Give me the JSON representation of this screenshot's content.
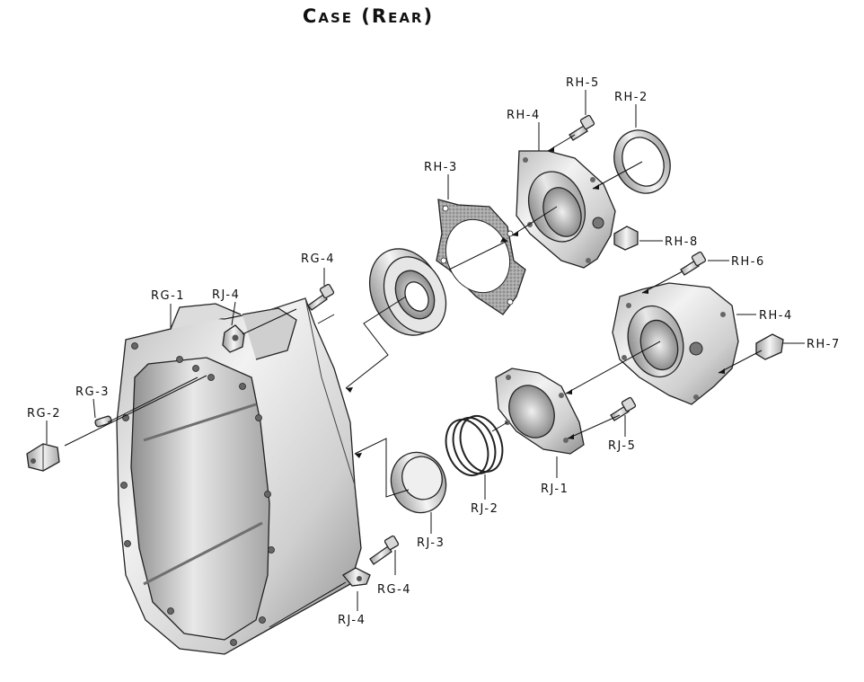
{
  "title": "Case (Rear)",
  "labels": {
    "rg1": "RG-1",
    "rg2": "RG-2",
    "rg3": "RG-3",
    "rg4_top": "RG-4",
    "rg4_bottom": "RG-4",
    "rj4_top": "RJ-4",
    "rj4_bottom": "RJ-4",
    "rj1": "RJ-1",
    "rj2": "RJ-2",
    "rj3": "RJ-3",
    "rj5": "RJ-5",
    "rh2": "RH-2",
    "rh3": "RH-3",
    "rh4_top": "RH-4",
    "rh4_right": "RH-4",
    "rh5": "RH-5",
    "rh6": "RH-6",
    "rh7": "RH-7",
    "rh8": "RH-8"
  },
  "colors": {
    "metal_light": "#f4f4f4",
    "metal_mid": "#c9c9c9",
    "metal_dark": "#8a8a8a",
    "gasket": "#9a9a9a",
    "line": "#111111"
  }
}
